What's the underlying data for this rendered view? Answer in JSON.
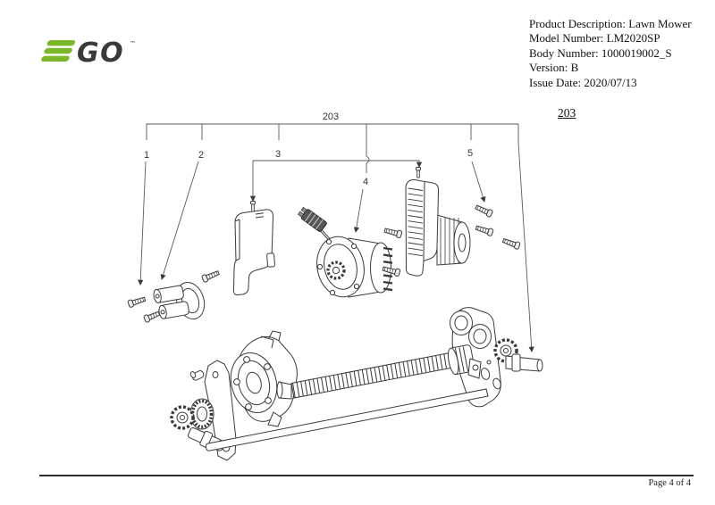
{
  "colors": {
    "brand_green": "#7ab829",
    "brand_dark": "#3a3a3c",
    "line": "#3a3a3a",
    "callout_line": "#5a5a5a"
  },
  "logo": {
    "brand": "EGO",
    "go_text": "GO",
    "trademark": "™"
  },
  "header": {
    "lines": [
      "Product Description: Lawn Mower",
      "Model Number: LM2020SP",
      "Body Number: 1000019002_S",
      "Version: B",
      "Issue Date: 2020/07/13"
    ]
  },
  "diagram": {
    "group_label": "203",
    "ref_label": "203",
    "callouts": [
      "1",
      "2",
      "3",
      "4",
      "5"
    ]
  },
  "footer": {
    "page_label": "Page 4 of 4"
  }
}
